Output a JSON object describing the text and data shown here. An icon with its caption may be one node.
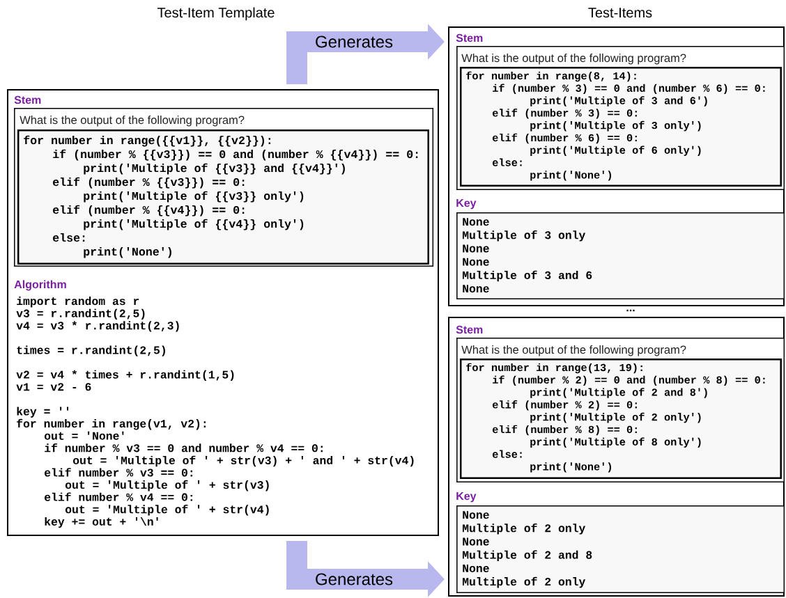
{
  "diagram": {
    "nodes": [
      {
        "text": [
          "Test-Item Template",
          "Algorithm",
          "import random as r",
          "v3 = r.randint(2,5)",
          "v4 = v3 * r.randint(2,3)",
          "times = r.randint(2,5)",
          "v2 = v4 * times + r.randint(1,5)",
          "v1 = v2 - 6",
          "key = ''",
          "for number in range(v1, v2):",
          "out = 'None'",
          "if number % v3 == 0 and number % v4 == 0:",
          "out = 'Multiple of ' + str(v3) + ' and ' + str(v4)",
          "elif number % v3 == 0:",
          "out = 'Multiple of ' + str(v3)",
          "elif number % v4 == 0:",
          "out = 'Multiple of ' + str(v4)",
          "key += out + '\\n'"
        ]
      },
      {
        "text": [
          "Stem",
          "What is the output of the following program?"
        ],
        "in": 0
      },
      {
        "text": [
          "for number in range({{v1}}, {{v2}}):",
          "if (number % {{v3}}) == 0 and (number % {{v4}}) == 0:",
          "print('Multiple of {{v3}} and {{v4}}')",
          "elif (number % {{v3}}) == 0:",
          "print('Multiple of {{v3}} only')",
          "elif (number % {{v4}}) == 0:",
          "print('Multiple of {{v4}} only')",
          "else:",
          "print('None')"
        ],
        "in": 1
      },
      {
        "text": [
          "Test-Items"
        ]
      },
      {
        "text": [
          "Stem",
          "What is the output of the following program?"
        ],
        "in": 3
      },
      {
        "text": [
          "for number in range(8, 14):",
          "if (number % 3) == 0 and (number % 6) == 0:",
          "print('Multiple of 3 and 6')",
          "elif (number % 3) == 0:",
          "print('Multiple of 3 only')",
          "elif (number % 6) == 0:",
          "print('Multiple of 6 only')",
          "else:",
          "print('None')"
        ],
        "in": 4
      },
      {
        "text": [
          "Key",
          "None",
          "Multiple of 3 only",
          "None",
          "None",
          "Multiple of 3 and 6",
          "None"
        ],
        "in": 3
      },
      {
        "text": [],
        "shape": "box"
      },
      {
        "text": [
          "Stem",
          "What is the output of the following program?"
        ],
        "in": 7
      },
      {
        "text": [
          "for number in range(13, 19):",
          "if (number % 2) == 0 and (number % 8) == 0:",
          "print('Multiple of 2 and 8')",
          "elif (number % 2) == 0:",
          "print('Multiple of 2 only')",
          "elif (number % 8) == 0:",
          "print('Multiple of 8 only')",
          "else:",
          "print('None')"
        ],
        "in": 8
      },
      {
        "text": [
          "Key",
          "None",
          "Multiple of 2 only",
          "None",
          "Multiple of 2 and 8",
          "None",
          "Multiple of 2 only"
        ],
        "in": 7
      }
    ],
    "edges": [
      {
        "from": 0,
        "to": 3,
        "arrow": "to",
        "label": "Generates"
      },
      {
        "from": 0,
        "to": 7,
        "arrow": "to",
        "label": "Generates"
      }
    ],
    "labels": [
      "..."
    ]
  }
}
